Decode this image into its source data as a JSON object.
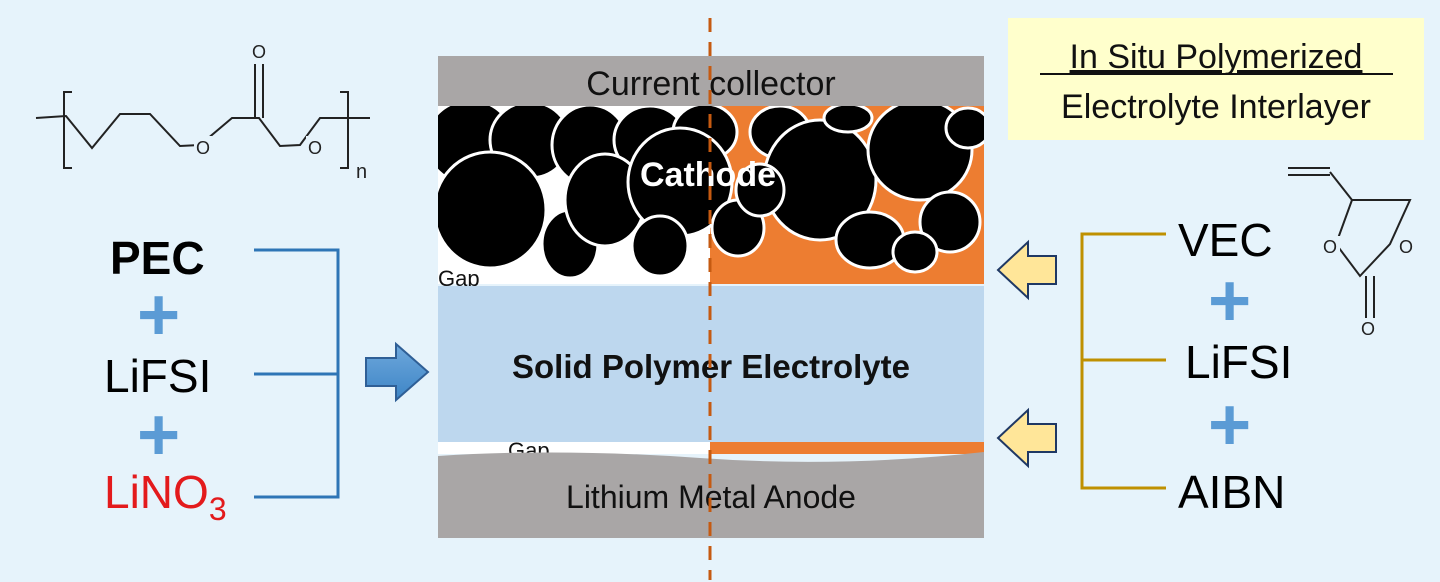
{
  "left_formula": {
    "repeat_subscript": "n",
    "oxygen_label": "O"
  },
  "left_components": {
    "pec": "PEC",
    "plus": "+",
    "lifsi": "LiFSI",
    "lino3_main": "LiNO",
    "lino3_sub": "3"
  },
  "cell": {
    "current_collector": "Current collector",
    "cathode": "Cathode",
    "gap_top": "Gap",
    "electrolyte": "Solid Polymer Electrolyte",
    "gap_bottom": "Gap",
    "anode": "Lithium Metal Anode"
  },
  "title_box": {
    "line1": "In Situ Polymerized",
    "line2": "Electrolyte Interlayer"
  },
  "right_components": {
    "vec": "VEC",
    "plus": "+",
    "lifsi": "LiFSI",
    "aibn": "AIBN"
  },
  "colors": {
    "background": "#e6f3fb",
    "collector_gray": "#a9a6a6",
    "electrolyte_blue": "#bdd7ee",
    "interlayer_orange": "#ed7d31",
    "left_bracket_blue": "#2e75b6",
    "right_bracket_gold": "#bf9000",
    "plus_blue": "#5b9bd5",
    "lino3_red": "#e31a1c",
    "title_box_yellow": "#ffffcc",
    "arrow_fill": "#ffe699"
  }
}
